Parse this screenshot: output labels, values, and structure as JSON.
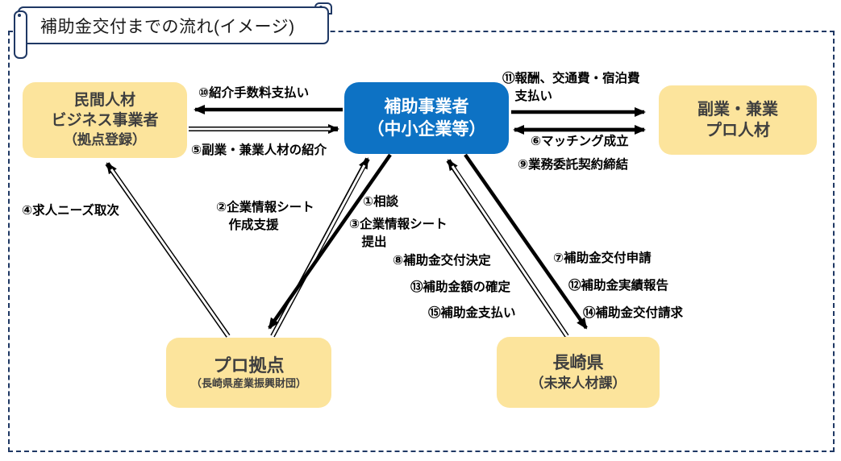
{
  "title": "補助金交付までの流れ(イメージ)",
  "nodes": {
    "private_hr_provider": {
      "lines": [
        "民間人材",
        "ビジネス事業者",
        "（拠点登録）"
      ]
    },
    "subsidized_business": {
      "lines": [
        "補助事業者",
        "（中小企業等）"
      ]
    },
    "pro_talent": {
      "lines": [
        "副業・兼業",
        "プロ人材"
      ]
    },
    "pro_base": {
      "lines": [
        "プロ拠点",
        "（長崎県産業振興財団）"
      ]
    },
    "nagasaki_pref": {
      "lines": [
        "長崎県",
        "（未来人材課）"
      ]
    }
  },
  "arrow_labels": {
    "step1": "①相談",
    "step2": "②企業情報シート\n　作成支援",
    "step3": "③企業情報シート\n　提出",
    "step4": "④求人ニーズ取次",
    "step5": "⑤副業・兼業人材の紹介",
    "step6": "⑥マッチング成立",
    "step7": "⑦補助金交付申請",
    "step8": "⑧補助金交付決定",
    "step9": "⑨業務委託契約締結",
    "step10": "⑩紹介手数料支払い",
    "step11": "⑪報酬、交通費・宿泊費\n　支払い",
    "step12": "⑫補助金実績報告",
    "step13": "⑬補助金額の確定",
    "step14": "⑭補助金交付請求",
    "step15": "⑮補助金支払い"
  },
  "colors": {
    "node_yellow": "#fce49c",
    "node_blue": "#0d72c4",
    "frame_navy": "#1f3864",
    "arrow_black": "#000000",
    "node_text_dark": "#3f3f3f"
  }
}
